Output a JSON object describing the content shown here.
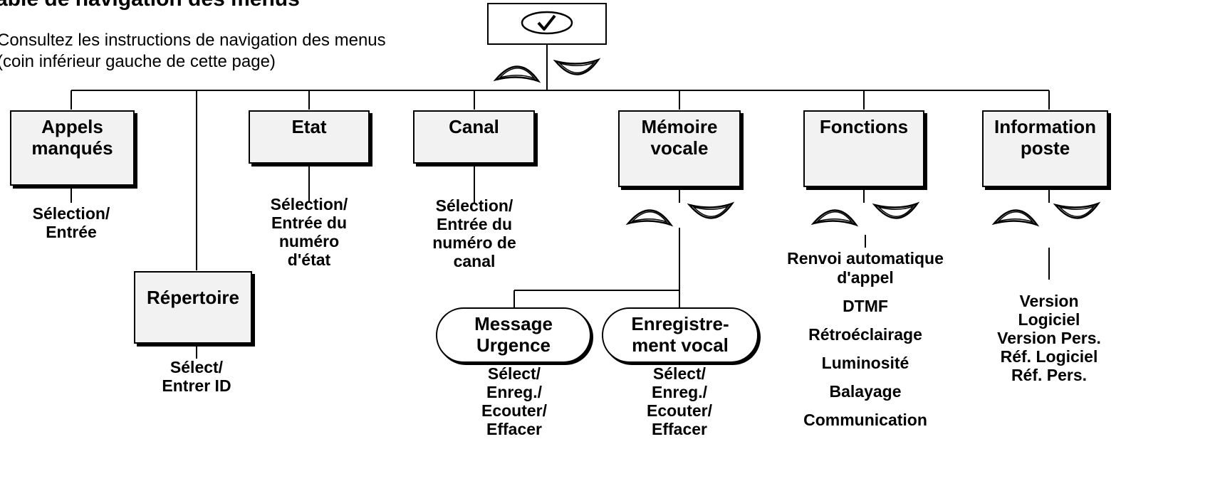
{
  "title": "able de navigation des menus",
  "note": {
    "line1": "Consultez les instructions de navigation des menus",
    "line2": "(coin inférieur gauche de cette page)"
  },
  "root": {
    "icon": "checkmark-icon"
  },
  "menus": {
    "appels": {
      "line1": "Appels",
      "line2": "manqués",
      "detail": [
        "Sélection/",
        "Entrée"
      ]
    },
    "repertoire": {
      "line1": "Répertoire",
      "detail": [
        "Sélect/",
        "Entrer ID"
      ]
    },
    "etat": {
      "line1": "Etat",
      "detail": [
        "Sélection/",
        "Entrée du",
        "numéro",
        "d'état"
      ]
    },
    "canal": {
      "line1": "Canal",
      "detail": [
        "Sélection/",
        "Entrée du",
        "numéro de",
        "canal"
      ]
    },
    "memoire": {
      "line1": "Mémoire",
      "line2": "vocale"
    },
    "fonctions": {
      "line1": "Fonctions",
      "detail": [
        "Renvoi automatique",
        "d'appel",
        "DTMF",
        "Rétroéclairage",
        "Luminosité",
        "Balayage",
        "Communication"
      ]
    },
    "information": {
      "line1": "Information",
      "line2": "poste",
      "detail": [
        "Version",
        "Logiciel",
        "Version Pers.",
        "Réf. Logiciel",
        "Réf. Pers."
      ]
    }
  },
  "submenus": {
    "message": {
      "line1": "Message",
      "line2": "Urgence",
      "detail": [
        "Sélect/",
        "Enreg./",
        "Ecouter/",
        "Effacer"
      ]
    },
    "enregistrement": {
      "line1": "Enregistre-",
      "line2": "ment vocal",
      "detail": [
        "Sélect/",
        "Enreg./",
        "Ecouter/",
        "Effacer"
      ]
    }
  }
}
